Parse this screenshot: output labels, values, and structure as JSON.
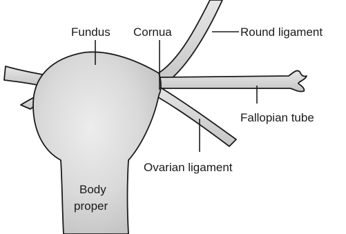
{
  "labels": {
    "fundus": "Fundus",
    "cornua": "Cornua",
    "round_ligament": "Round ligament",
    "fallopian_tube": "Fallopian tube",
    "ovarian_ligament": "Ovarian ligament",
    "body_proper_line1": "Body",
    "body_proper_line2": "proper"
  },
  "colors": {
    "fill_light": "#ececec",
    "fill_mid": "#c9c9c9",
    "stroke": "#1a1a1a"
  }
}
